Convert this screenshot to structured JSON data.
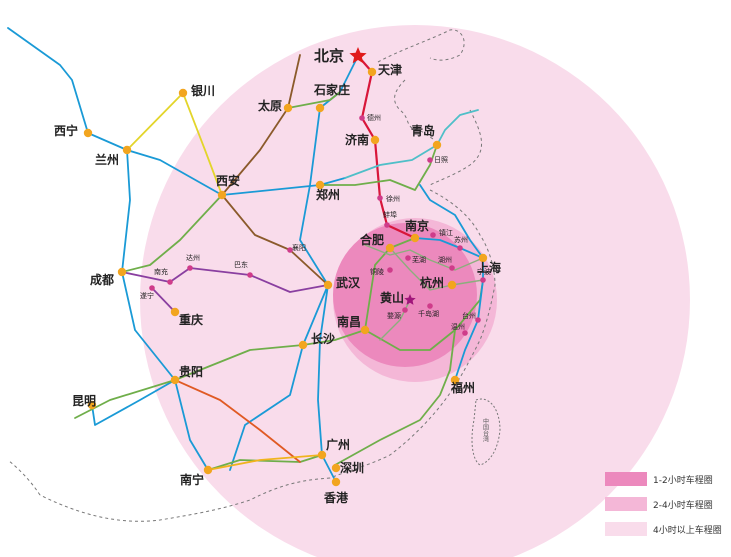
{
  "map": {
    "colors": {
      "ring_inner": "#ec89bd",
      "ring_middle": "#f4b7d7",
      "ring_outer": "#f9dceb",
      "city_major": "#f2a51f",
      "city_minor": "#cf3c8a",
      "beijing_star": "#e01a1a",
      "huangshan_star": "#a0157a"
    },
    "cities": [
      {
        "id": "beijing",
        "label": "北京",
        "size": "major",
        "marker": "star"
      },
      {
        "id": "tianjin",
        "label": "天津",
        "size": "major"
      },
      {
        "id": "shijiazhuang",
        "label": "石家庄",
        "size": "major"
      },
      {
        "id": "taiyuan",
        "label": "太原",
        "size": "major"
      },
      {
        "id": "yinchuan",
        "label": "银川",
        "size": "major"
      },
      {
        "id": "xining",
        "label": "西宁",
        "size": "major"
      },
      {
        "id": "lanzhou",
        "label": "兰州",
        "size": "major"
      },
      {
        "id": "xian",
        "label": "西安",
        "size": "major"
      },
      {
        "id": "zhengzhou",
        "label": "郑州",
        "size": "major"
      },
      {
        "id": "jinan",
        "label": "济南",
        "size": "major"
      },
      {
        "id": "dezhou",
        "label": "德州",
        "size": "minor"
      },
      {
        "id": "qingdao",
        "label": "青岛",
        "size": "major"
      },
      {
        "id": "rizhao",
        "label": "日照",
        "size": "minor"
      },
      {
        "id": "xuzhou",
        "label": "徐州",
        "size": "minor"
      },
      {
        "id": "bengbu",
        "label": "蚌埠",
        "size": "minor"
      },
      {
        "id": "nanjing",
        "label": "南京",
        "size": "major"
      },
      {
        "id": "zhenjiang",
        "label": "镇江",
        "size": "minor"
      },
      {
        "id": "hefei",
        "label": "合肥",
        "size": "major"
      },
      {
        "id": "suzhou",
        "label": "苏州",
        "size": "minor"
      },
      {
        "id": "shanghai",
        "label": "上海",
        "size": "major"
      },
      {
        "id": "wuhu",
        "label": "芜湖",
        "size": "minor"
      },
      {
        "id": "huzhou",
        "label": "湖州",
        "size": "minor"
      },
      {
        "id": "tongling",
        "label": "铜陵",
        "size": "minor"
      },
      {
        "id": "hangzhou",
        "label": "杭州",
        "size": "major"
      },
      {
        "id": "ningbo",
        "label": "宁波",
        "size": "minor"
      },
      {
        "id": "huangshan",
        "label": "黄山",
        "size": "major",
        "marker": "star"
      },
      {
        "id": "qiandaohu",
        "label": "千岛湖",
        "size": "minor"
      },
      {
        "id": "wuyuan",
        "label": "婺源",
        "size": "minor"
      },
      {
        "id": "taizhou",
        "label": "台州",
        "size": "minor"
      },
      {
        "id": "wenzhou",
        "label": "温州",
        "size": "minor"
      },
      {
        "id": "xiangyang",
        "label": "襄阳",
        "size": "minor"
      },
      {
        "id": "wuhan",
        "label": "武汉",
        "size": "major"
      },
      {
        "id": "nanchang",
        "label": "南昌",
        "size": "major"
      },
      {
        "id": "changsha",
        "label": "长沙",
        "size": "major"
      },
      {
        "id": "chengdu",
        "label": "成都",
        "size": "major"
      },
      {
        "id": "nanchong",
        "label": "南充",
        "size": "minor"
      },
      {
        "id": "dazhou",
        "label": "达州",
        "size": "minor"
      },
      {
        "id": "badong",
        "label": "巴东",
        "size": "minor"
      },
      {
        "id": "suining",
        "label": "遂宁",
        "size": "minor"
      },
      {
        "id": "chongqing",
        "label": "重庆",
        "size": "major"
      },
      {
        "id": "guiyang",
        "label": "贵阳",
        "size": "major"
      },
      {
        "id": "kunming",
        "label": "昆明",
        "size": "major"
      },
      {
        "id": "nanning",
        "label": "南宁",
        "size": "major"
      },
      {
        "id": "guangzhou",
        "label": "广州",
        "size": "major"
      },
      {
        "id": "shenzhen",
        "label": "深圳",
        "size": "major"
      },
      {
        "id": "xianggang",
        "label": "香港",
        "size": "major"
      },
      {
        "id": "fuzhou",
        "label": "福州",
        "size": "major"
      }
    ],
    "taiwan_label": "中国台湾",
    "legend": [
      {
        "label": "1-2小时车程圈",
        "color": "#ec89bd"
      },
      {
        "label": "2-4小时车程圈",
        "color": "#f4b7d7"
      },
      {
        "label": "4小时以上车程圈",
        "color": "#f9dceb"
      }
    ]
  }
}
